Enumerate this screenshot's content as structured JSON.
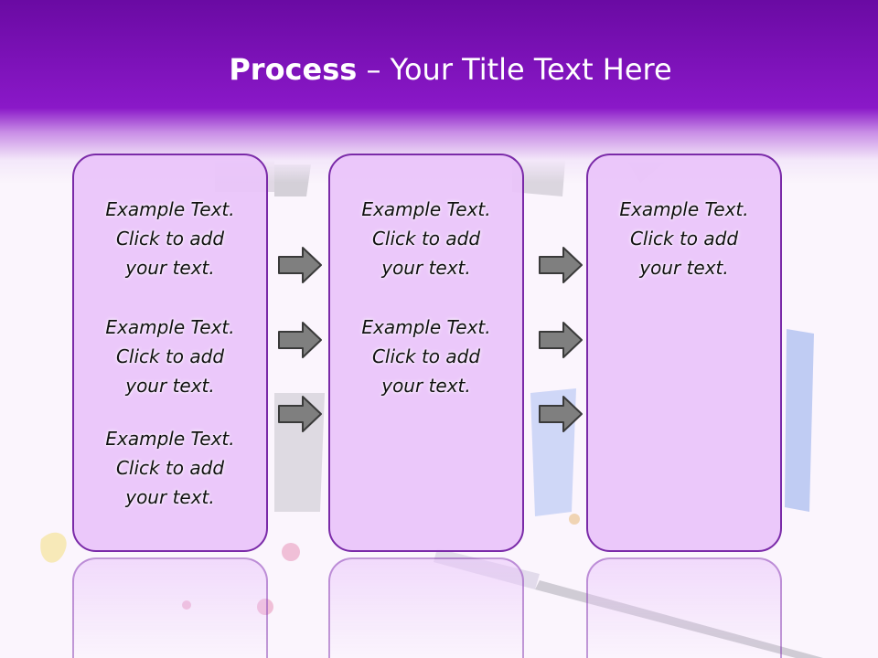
{
  "slide": {
    "title_bold": "Process",
    "title_rest": "  – Your Title Text Here"
  },
  "columns": [
    {
      "items": [
        {
          "line1": "Example Text.",
          "line2": "Click  to add",
          "line3": "your text."
        },
        {
          "line1": "Example Text.",
          "line2": "Click  to add",
          "line3": "your text."
        },
        {
          "line1": "Example Text.",
          "line2": "Click  to add",
          "line3": "your text."
        }
      ]
    },
    {
      "items": [
        {
          "line1": "Example Text.",
          "line2": "Click  to add",
          "line3": "your text."
        },
        {
          "line1": "Example Text.",
          "line2": "Click  to add",
          "line3": "your text."
        }
      ]
    },
    {
      "items": [
        {
          "line1": "Example Text.",
          "line2": "Click  to add",
          "line3": "your text."
        }
      ]
    }
  ],
  "colors": {
    "header": "#8a18c8",
    "box_fill": "#e9c4fa",
    "box_border": "#7a2aa8",
    "arrow_fill": "#7f7f7f"
  },
  "icons": [
    "arrow-right-icon"
  ]
}
